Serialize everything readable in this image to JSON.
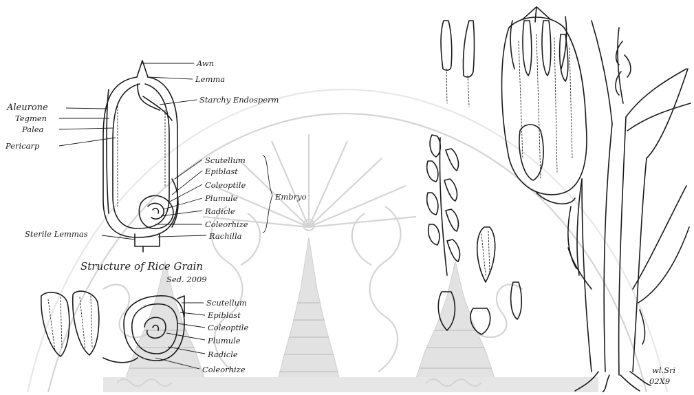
{
  "grain_section": {
    "labels_left": [
      "Aleurone",
      "Tegmen",
      "Palea",
      "Pericarp"
    ],
    "labels_top": [
      "Awn",
      "Lemma",
      "Starchy Endosperm"
    ],
    "labels_right": [
      "Scutellum",
      "Epiblast",
      "Coleoptile",
      "Plumule",
      "Radicle",
      "Coleorhize",
      "Rachilla"
    ],
    "embryo_label": "Embryo",
    "sterile_label": "Sterile Lemmas",
    "title": "Structure of Rice Grain",
    "credit": "Sed. 2009"
  },
  "embryo_detail": {
    "labels": [
      "Scutellum",
      "Epiblast",
      "Coleoptile",
      "Plumule",
      "Radicle",
      "Coleorhize"
    ]
  },
  "plant_signature": {
    "line1": "wl.Sri",
    "line2": "02X9"
  },
  "watermark": {
    "kind": "university-emblem-watermark",
    "color": "#d4d4d4"
  }
}
